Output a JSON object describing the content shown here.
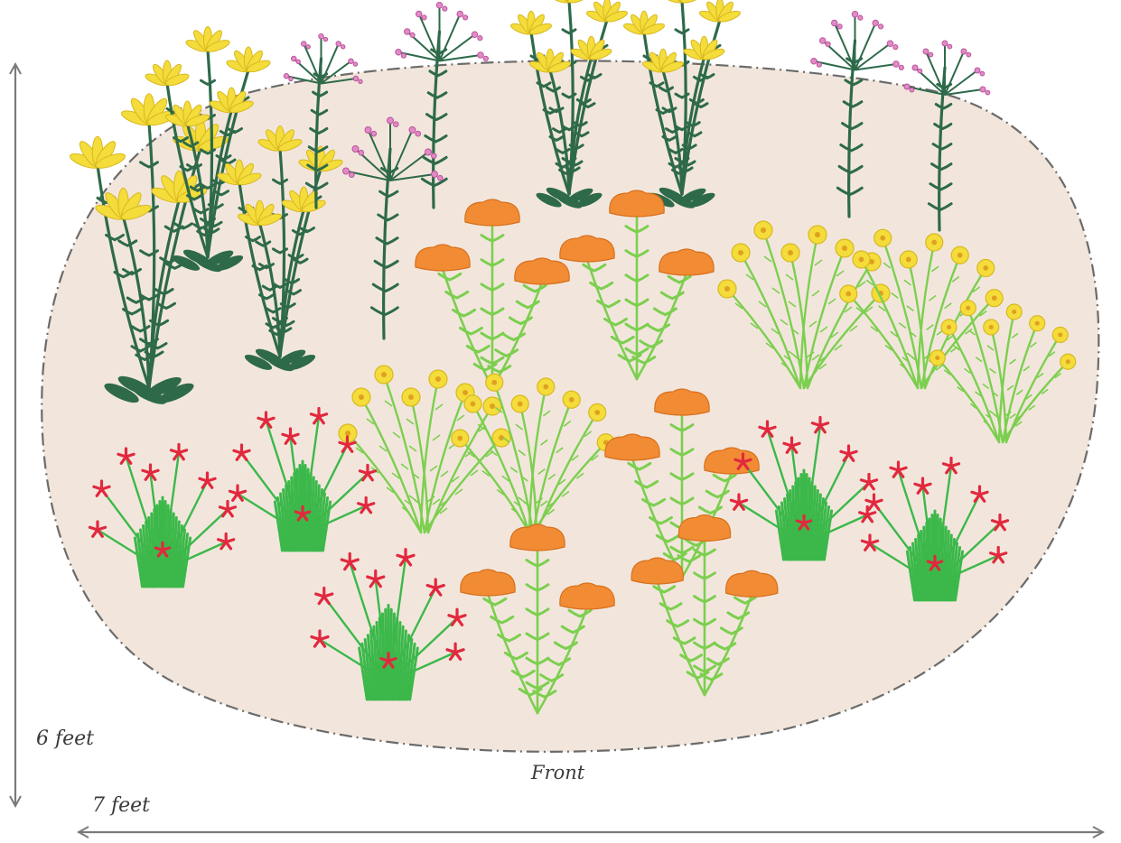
{
  "diagram": {
    "height_label": "6 feet",
    "width_label": "7 feet",
    "front_label": "Front"
  },
  "colors": {
    "bed_fill": "#f2e6dc",
    "bed_border": "#6b6b6b",
    "dimension_arrow": "#7a7a7a",
    "stem_dark": "#2e6a4a",
    "stem_light": "#7ccf4f",
    "flower_yellow": "#f4dc3a",
    "flower_pink": "#e389c8",
    "flower_orange": "#f18c34",
    "flower_red": "#e2283e",
    "clump_green": "#3cb84a"
  },
  "legend_icons": [
    "yellow-lily-plant-icon",
    "pink-phlox-plant-icon",
    "orange-poppy-plant-icon",
    "yellow-coreopsis-plant-icon",
    "red-star-flower-plant-icon"
  ]
}
